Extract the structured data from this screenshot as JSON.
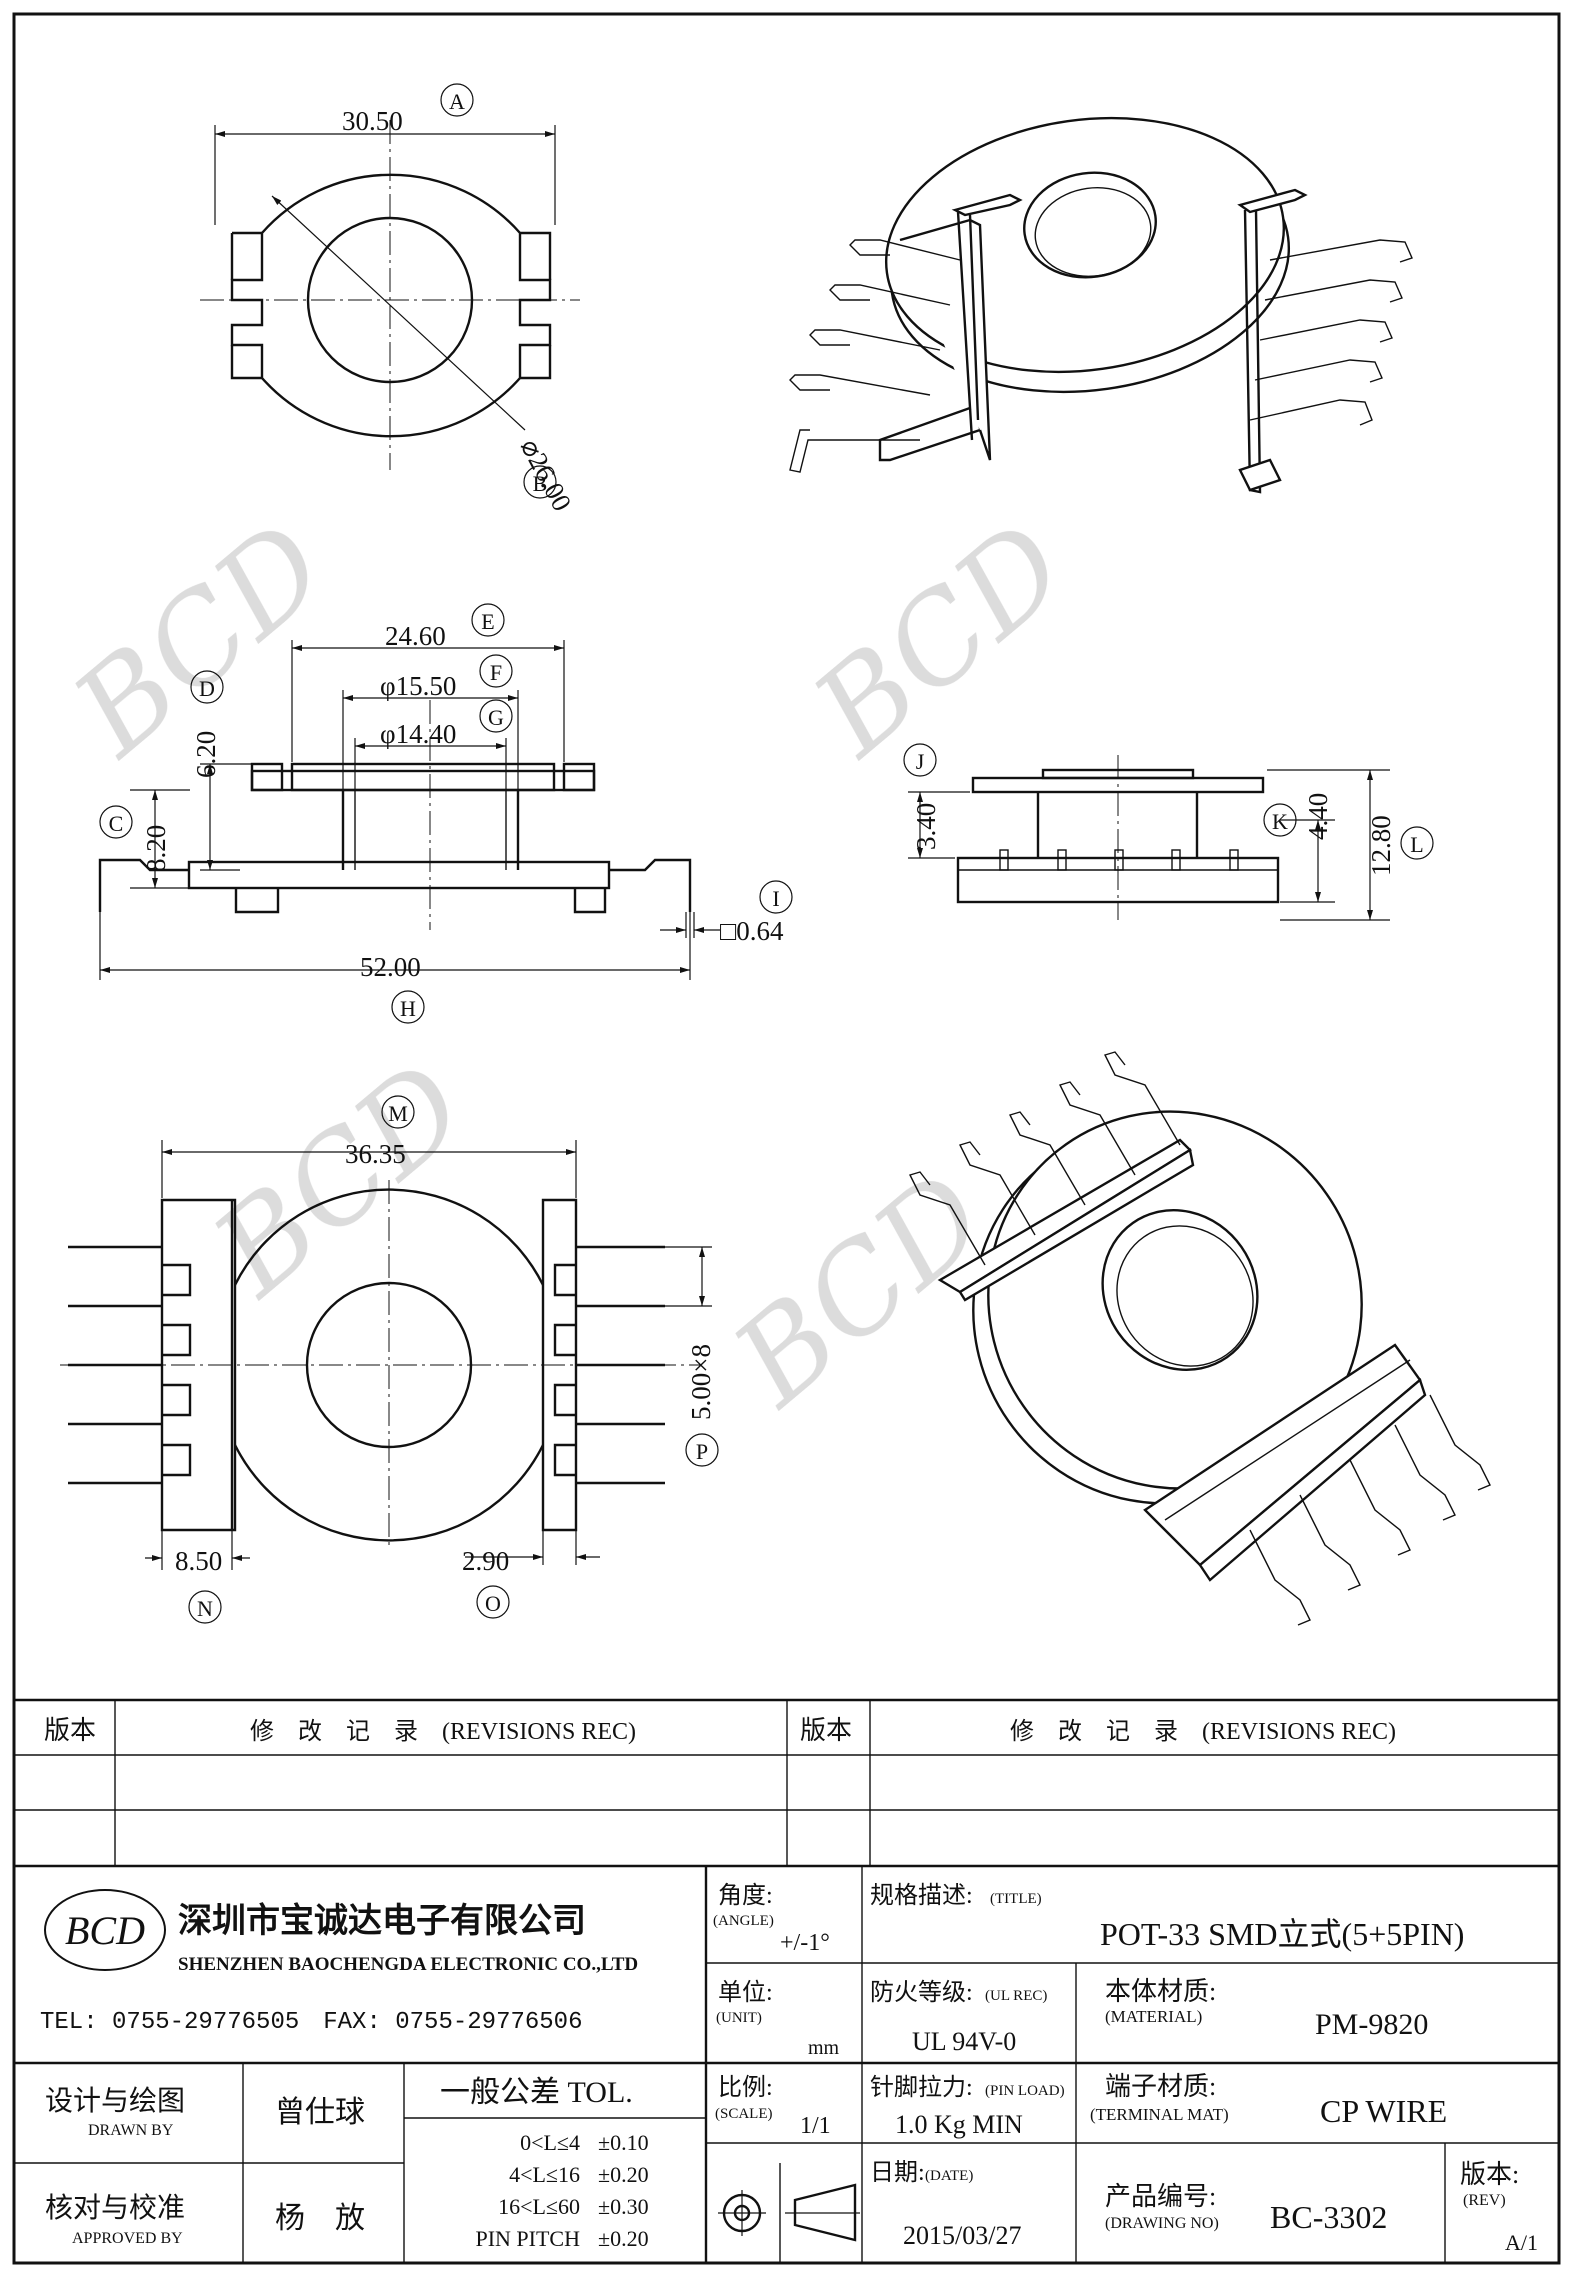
{
  "views": {
    "top": {
      "dims": {
        "A_width": "30.50",
        "B_dia": "⌀26.00"
      },
      "labels": [
        "A",
        "B"
      ]
    },
    "side": {
      "dims": {
        "E_width": "24.60",
        "F_dia": "φ15.50",
        "G_dia": "φ14.40",
        "D_height": "6.20",
        "C_height": "8.20",
        "H_width": "52.00",
        "I_pin": "□0.64"
      },
      "labels": [
        "E",
        "F",
        "G",
        "D",
        "C",
        "H",
        "I"
      ]
    },
    "front": {
      "dims": {
        "J_height": "3.40",
        "K_height": "4.40",
        "L_height": "12.80"
      },
      "labels": [
        "J",
        "K",
        "L"
      ]
    },
    "bottom": {
      "dims": {
        "M_width": "36.35",
        "P_pitch": "5.00×8",
        "N_width": "8.50",
        "O_width": "2.90"
      },
      "labels": [
        "M",
        "P",
        "N",
        "O"
      ]
    }
  },
  "revisions": {
    "col_rev": "版本",
    "col_record": "修　改　记　录　(REVISIONS REC)"
  },
  "company": {
    "logo": "BCD",
    "name_cn": "深圳市宝诚达电子有限公司",
    "name_en": "SHENZHEN BAOCHENGDA ELECTRONIC CO.,LTD",
    "contact": "TEL: 0755-29776505　FAX: 0755-29776506"
  },
  "title_block": {
    "angle_label": "角度:",
    "angle_sub": "(ANGLE)",
    "angle_value": "+/-1°",
    "title_label": "规格描述:",
    "title_sub": "(TITLE)",
    "title_value": "POT-33 SMD立式(5+5PIN)",
    "unit_label": "单位:",
    "unit_sub": "(UNIT)",
    "unit_value": "mm",
    "ul_label": "防火等级:",
    "ul_sub": "(UL REC)",
    "ul_value": "UL 94V-0",
    "material_label": "本体材质:",
    "material_sub": "(MATERIAL)",
    "material_value": "PM-9820",
    "drawn_label": "设计与绘图",
    "drawn_sub": "DRAWN BY",
    "drawn_value": "曾仕球",
    "tol_label": "一般公差 TOL.",
    "tolerances": [
      {
        "range": "0<L≤4",
        "value": "±0.10"
      },
      {
        "range": "4<L≤16",
        "value": "±0.20"
      },
      {
        "range": "16<L≤60",
        "value": "±0.30"
      },
      {
        "range": "PIN PITCH",
        "value": "±0.20"
      }
    ],
    "scale_label": "比例:",
    "scale_sub": "(SCALE)",
    "scale_value": "1/1",
    "pinload_label": "针脚拉力:",
    "pinload_sub": "(PIN LOAD)",
    "pinload_value": "1.0 Kg MIN",
    "terminal_label": "端子材质:",
    "terminal_sub": "(TERMINAL MAT)",
    "terminal_value": "CP WIRE",
    "approved_label": "核对与校准",
    "approved_sub": "APPROVED BY",
    "approved_value": "杨　放",
    "date_label": "日期:",
    "date_sub": "(DATE)",
    "date_value": "2015/03/27",
    "drawing_label": "产品编号:",
    "drawing_sub": "(DRAWING NO)",
    "drawing_value": "BC-3302",
    "rev_label": "版本:",
    "rev_sub": "(REV)",
    "rev_value": "A/1"
  }
}
